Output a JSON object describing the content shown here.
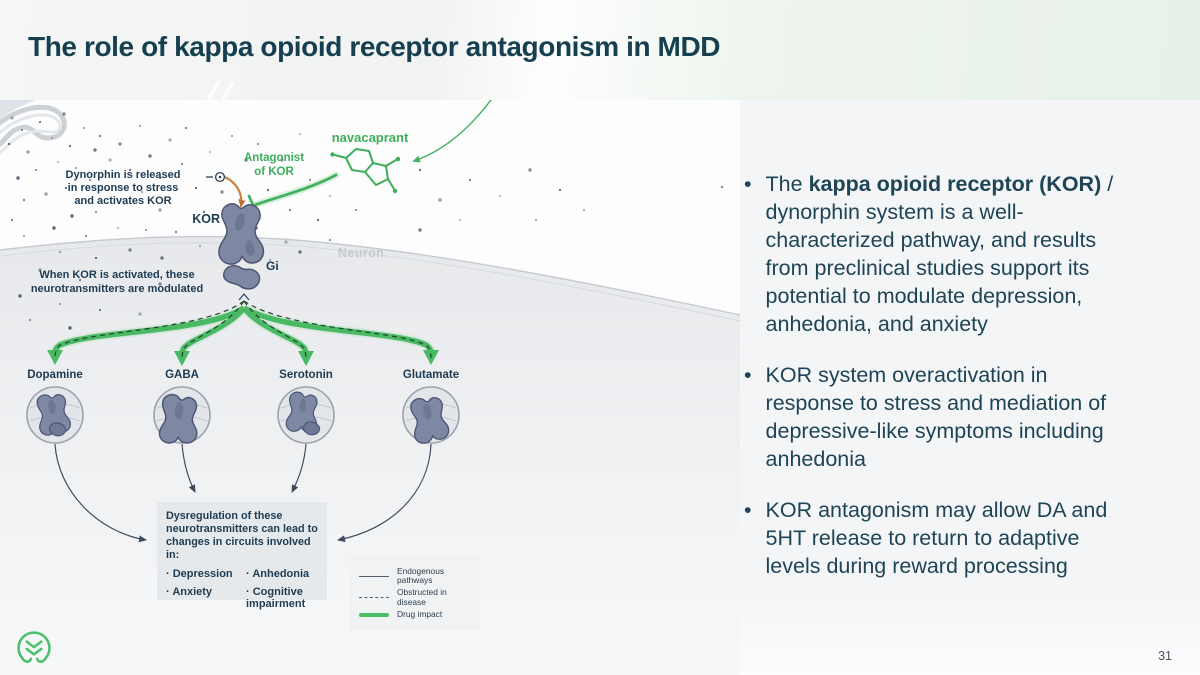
{
  "header": {
    "title": "The role of kappa opioid receptor antagonism in MDD"
  },
  "diagram": {
    "drug_label": "navacaprant",
    "antagonist_label": "Antagonist\nof KOR",
    "dynorphin_note": "Dynorphin is released\nin response to stress\nand activates KOR",
    "kor_label": "KOR",
    "gi_label": "Gi",
    "neuron_label": "Neuron",
    "modulation_note": "When KOR is activated, these\nneurotransmitters are modulated",
    "neurotransmitters": [
      "Dopamine",
      "GABA",
      "Serotonin",
      "Glutamate"
    ],
    "dysregulation": {
      "intro": "Dysregulation of these\nneurotransmitters can lead to\nchanges in circuits involved in:",
      "items": [
        "Depression",
        "Anxiety",
        "Anhedonia",
        "Cognitive\nimpairment"
      ]
    },
    "legend": {
      "solid_label": "Endogenous pathways",
      "dashed_label": "Obstructed in disease",
      "green_label": "Drug impact"
    }
  },
  "bullets": [
    {
      "pre": "The ",
      "bold": "kappa opioid receptor (KOR)",
      "post": " / dynorphin system is a well-characterized pathway, and results from preclinical studies support its potential to modulate depression, anhedonia, and anxiety"
    },
    {
      "pre": "",
      "bold": "",
      "post": "KOR system overactivation in response to stress and mediation of depressive-like symptoms including anhedonia"
    },
    {
      "pre": "",
      "bold": "",
      "post": "KOR antagonism may allow DA and 5HT release to return to adaptive levels during reward processing"
    }
  ],
  "footer": {
    "page_number": "31"
  },
  "colors": {
    "accent_green": "#45b563",
    "title_teal": "#16404f",
    "body_text": "#1e4456",
    "receptor_slate": "#7e88a3",
    "orange_arrow": "#c9803f"
  }
}
